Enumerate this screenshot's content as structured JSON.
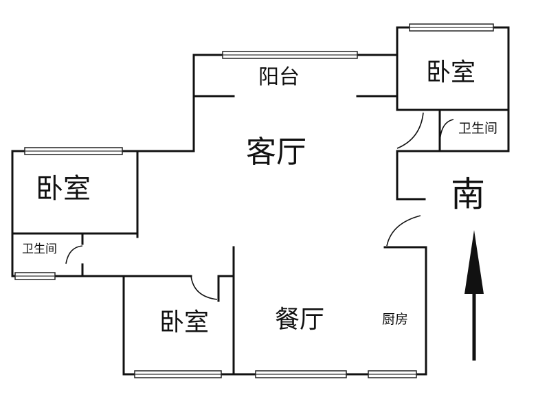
{
  "rooms": {
    "balcony": "阳台",
    "living_room": "客厅",
    "bedroom_top_right": "卧室",
    "bathroom_top_right": "卫生间",
    "bedroom_left": "卧室",
    "bathroom_left": "卫生间",
    "bedroom_bottom": "卧室",
    "dining_room": "餐厅",
    "kitchen": "厨房"
  },
  "compass": {
    "label": "南",
    "arrow_color": "#111111"
  }
}
